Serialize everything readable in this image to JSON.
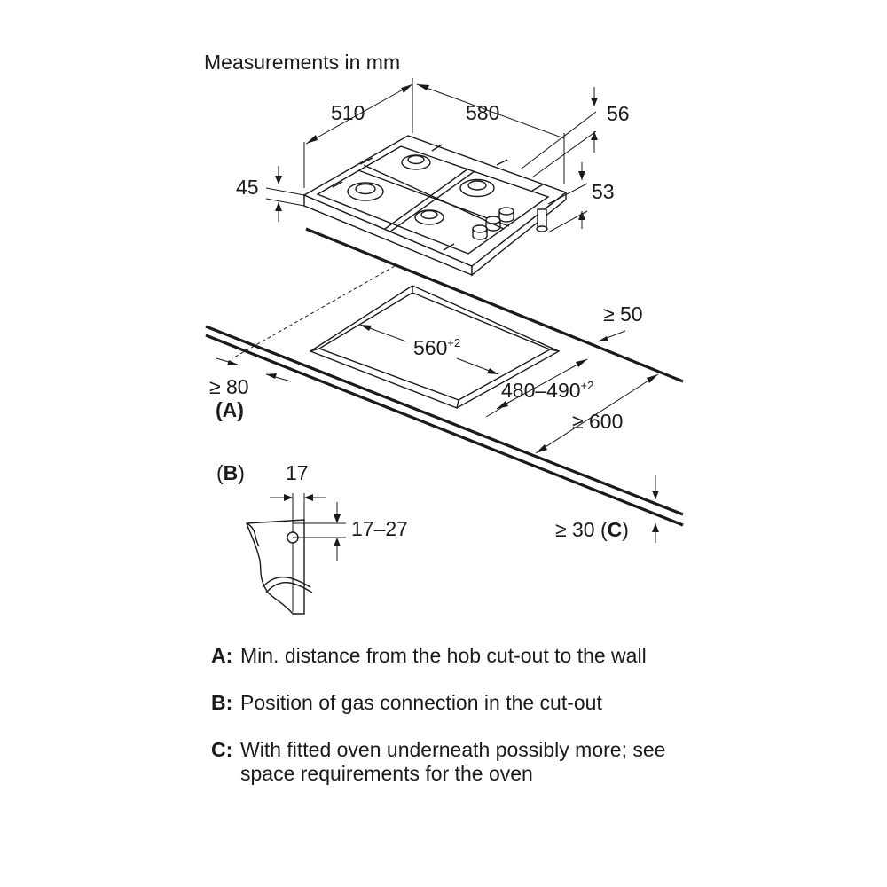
{
  "caption": "Measurements in mm",
  "hob_dimensions": {
    "width": "510",
    "depth": "580",
    "height_knob": "56",
    "height_body": "45",
    "connector_height": "53"
  },
  "cutout_dimensions": {
    "width": "560",
    "width_tolerance": "+2",
    "depth": "480–490",
    "depth_tolerance": "+2",
    "min_back": "≥ 50",
    "min_side": "≥ 80",
    "min_worktop_depth": "≥ 600",
    "min_worktop_thickness": "≥ 30",
    "label_a": "(A)",
    "label_c_prefix": "≥ 30 (",
    "label_c_key": "C",
    "label_c_suffix": ")"
  },
  "detail_b": {
    "label_open": "(",
    "label_key": "B",
    "label_close": ")",
    "offset": "17",
    "range": "17–27"
  },
  "legend": [
    {
      "key": "A:",
      "text": "Min. distance from the hob cut-out to the wall"
    },
    {
      "key": "B:",
      "text": "Position of gas connection in the cut-out"
    },
    {
      "key": "C:",
      "text": "With fitted oven underneath possibly more; see space requirements for the oven"
    }
  ]
}
